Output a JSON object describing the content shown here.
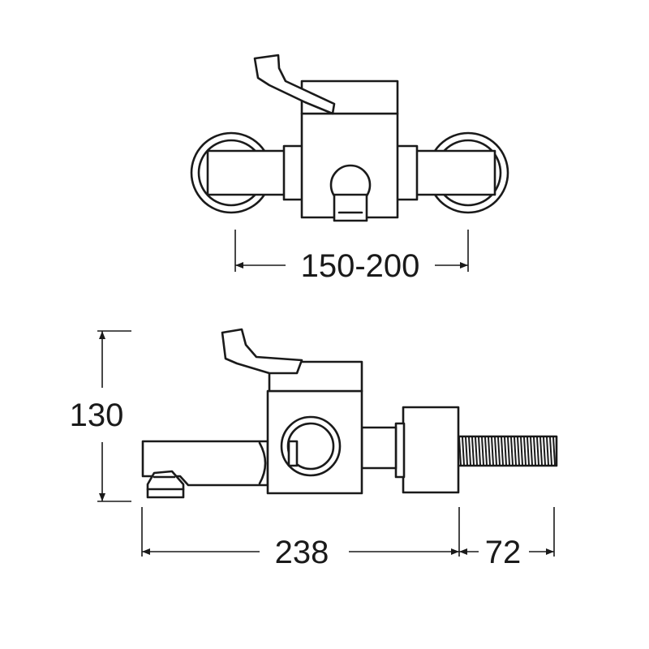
{
  "dimensions": {
    "centres": "150-200",
    "height": "130",
    "length": "238",
    "projection": "72"
  }
}
